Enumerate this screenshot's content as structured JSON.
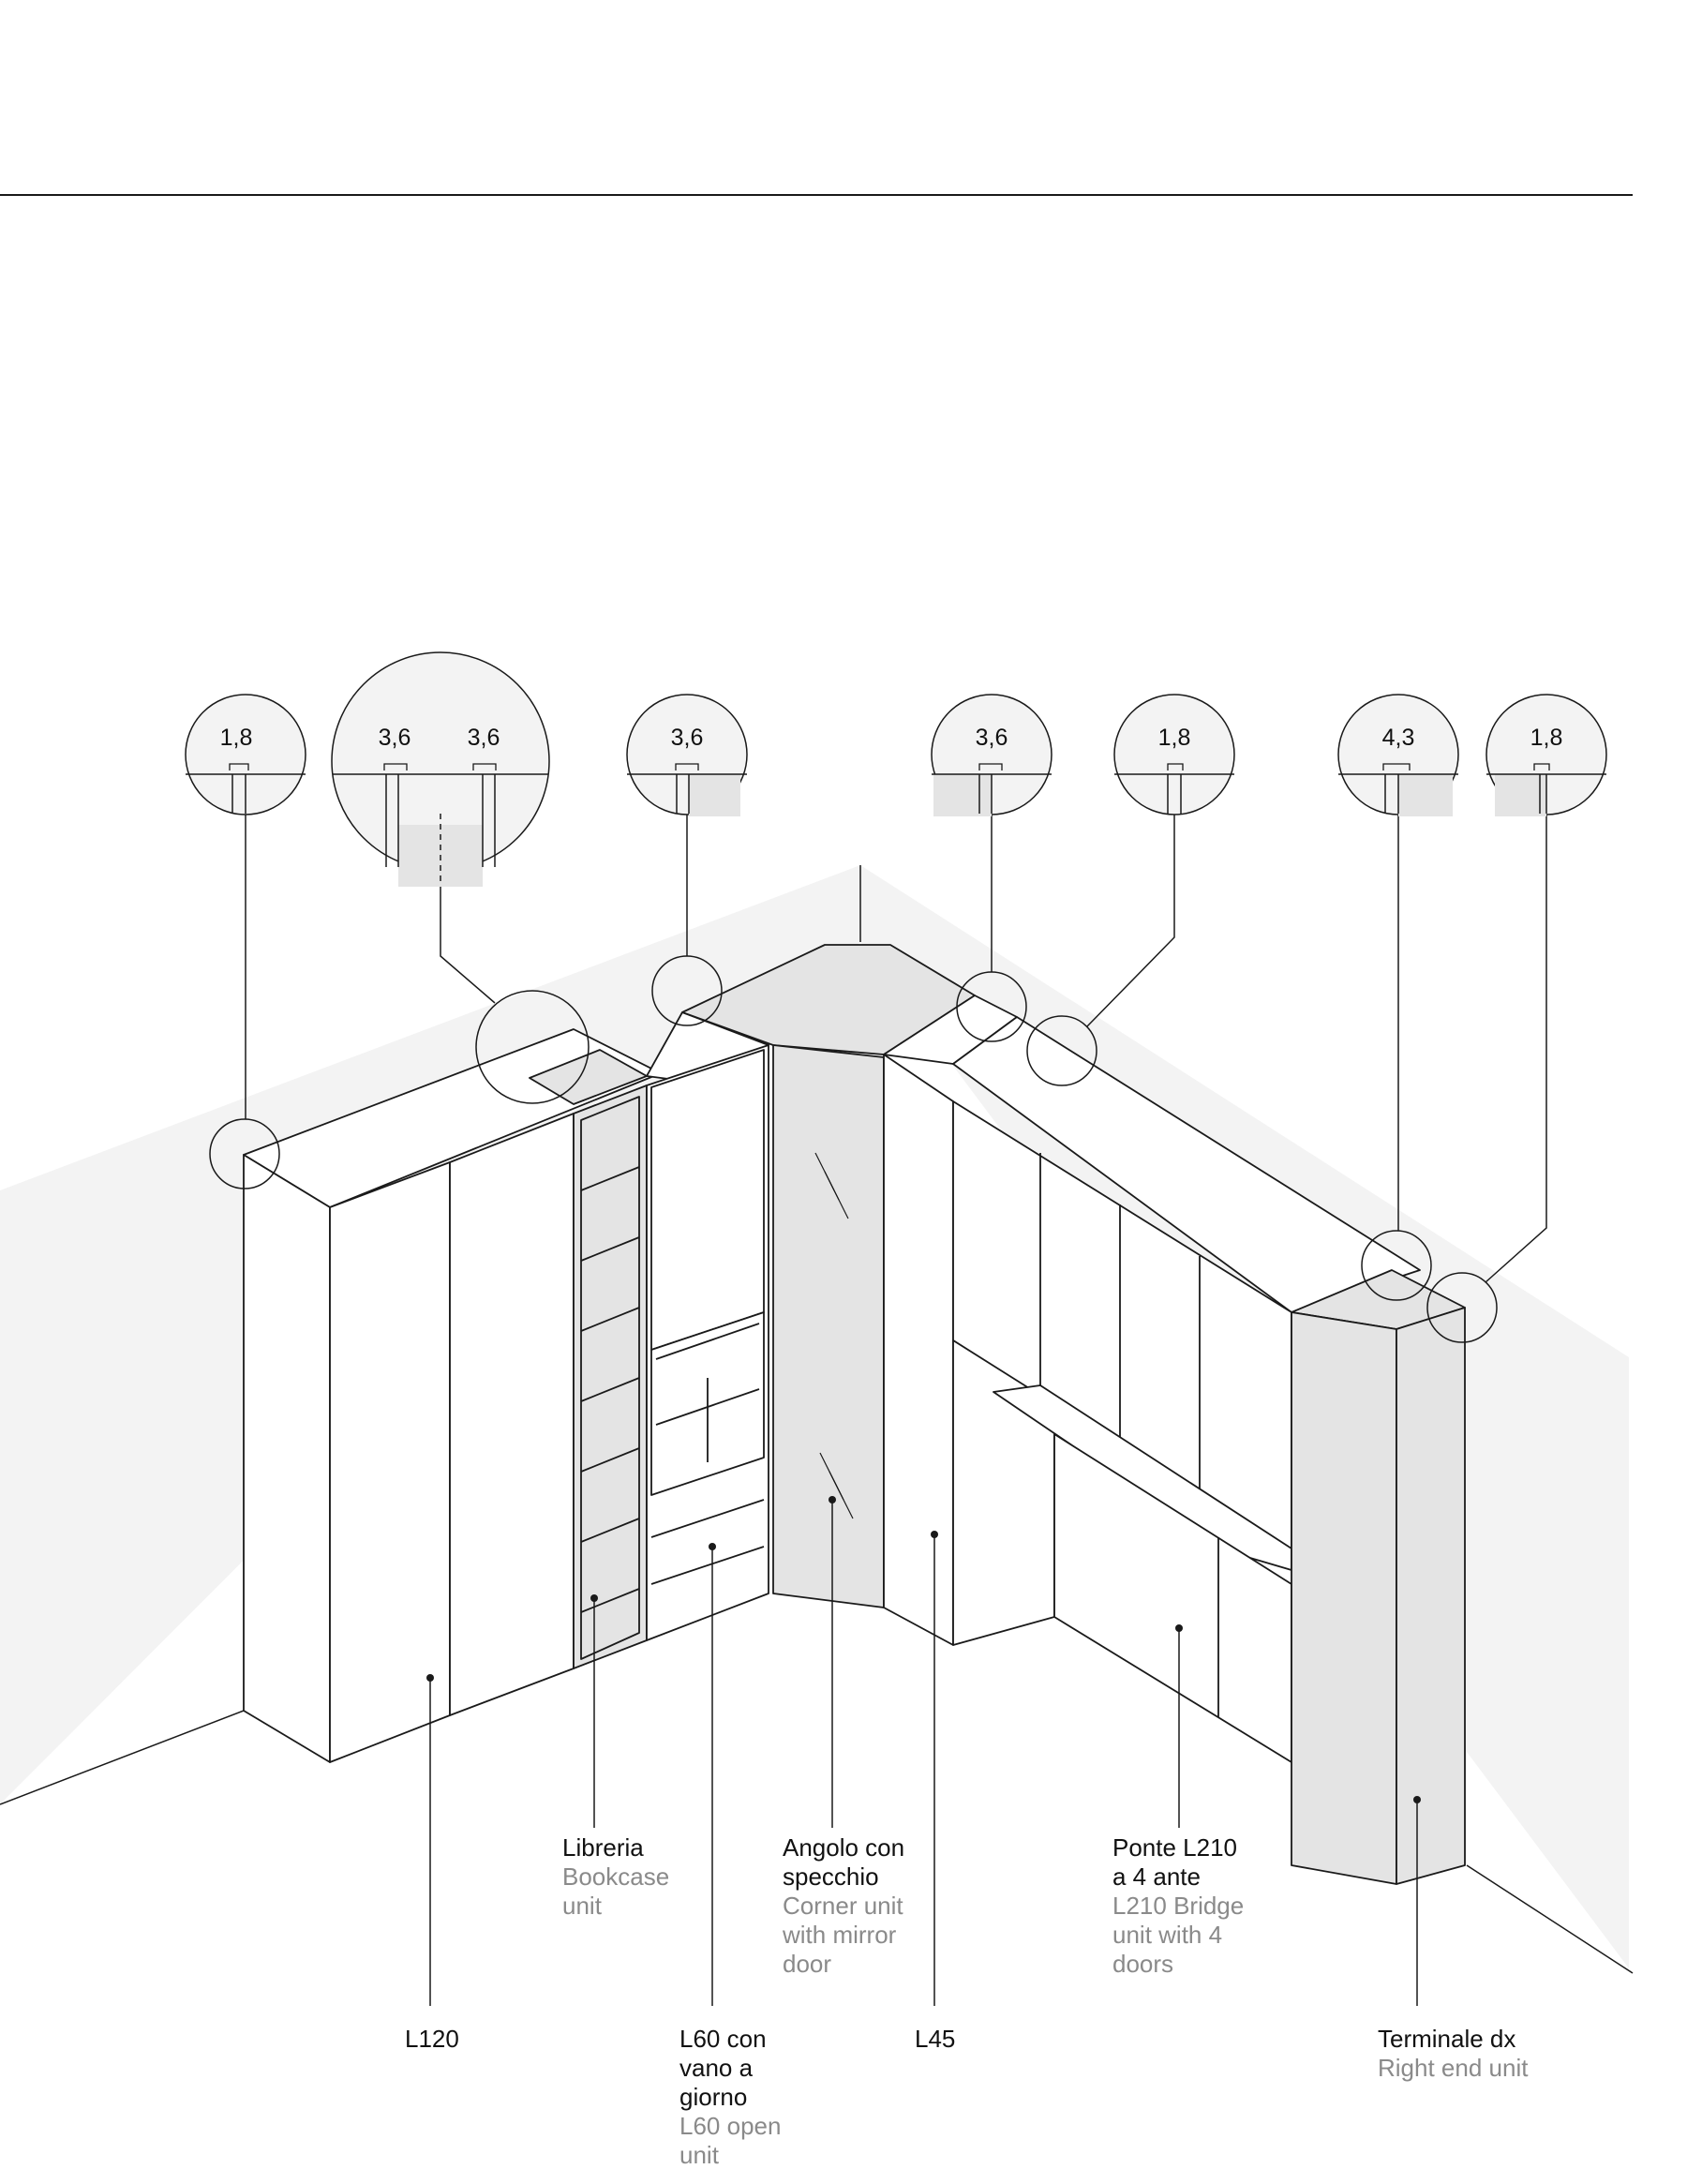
{
  "colors": {
    "line": "#1a1a1a",
    "wall": "#f3f3f3",
    "panel": "#e4e4e4",
    "label_en": "#8a8a8a"
  },
  "details": {
    "d1": "1,8",
    "d2a": "3,6",
    "d2b": "3,6",
    "d3": "3,6",
    "d4": "3,6",
    "d5": "1,8",
    "d6": "4,3",
    "d7": "1,8"
  },
  "labels": {
    "libreria": {
      "it": [
        "Libreria"
      ],
      "en": [
        "Bookcase",
        "unit"
      ]
    },
    "angolo": {
      "it": [
        "Angolo con",
        "specchio"
      ],
      "en": [
        "Corner unit",
        "with mirror",
        "door"
      ]
    },
    "ponte": {
      "it": [
        "Ponte L210",
        "a 4 ante"
      ],
      "en": [
        "L210 Bridge",
        "unit with 4",
        "doors"
      ]
    },
    "l120": {
      "it": [
        "L120"
      ],
      "en": []
    },
    "l60": {
      "it": [
        "L60 con",
        "vano a",
        "giorno"
      ],
      "en": [
        "L60 open",
        "unit"
      ]
    },
    "l45": {
      "it": [
        "L45"
      ],
      "en": []
    },
    "terminale": {
      "it": [
        "Terminale dx"
      ],
      "en": [
        "Right end unit"
      ]
    }
  }
}
